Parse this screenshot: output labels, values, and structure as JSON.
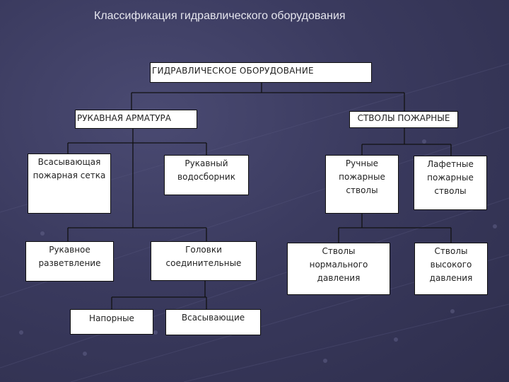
{
  "title": "Классификация гидравлического оборудования",
  "root": "ГИДРАВЛИЧЕСКОЕ ОБОРУДОВАНИЕ",
  "level1": {
    "left": "РУКАВНАЯ АРМАТУРА",
    "right": "СТВОЛЫ ПОЖАРНЫЕ"
  },
  "nodes": {
    "suction_strainer": [
      "Всасывающая",
      "пожарная сетка"
    ],
    "hose_collector": [
      "Рукавный",
      "водосборник"
    ],
    "manual_nozzles": [
      "Ручные",
      "пожарные",
      "стволы"
    ],
    "monitor_nozzles": [
      "Лафетные",
      "пожарные",
      "стволы"
    ],
    "hose_branching": [
      "Рукавное",
      "разветвление"
    ],
    "connecting_heads": [
      "Головки",
      "соединительные"
    ],
    "normal_pressure": [
      "Стволы",
      "нормального",
      "давления"
    ],
    "high_pressure": [
      "Стволы",
      "высокого",
      "давления"
    ],
    "pressure_heads": [
      "Напорные"
    ],
    "suction_heads": [
      "Всасывающие"
    ]
  },
  "colors": {
    "background": "#3a3a5e",
    "box_fill": "#ffffff",
    "line": "#111111",
    "title_text": "#e6e6ee"
  }
}
